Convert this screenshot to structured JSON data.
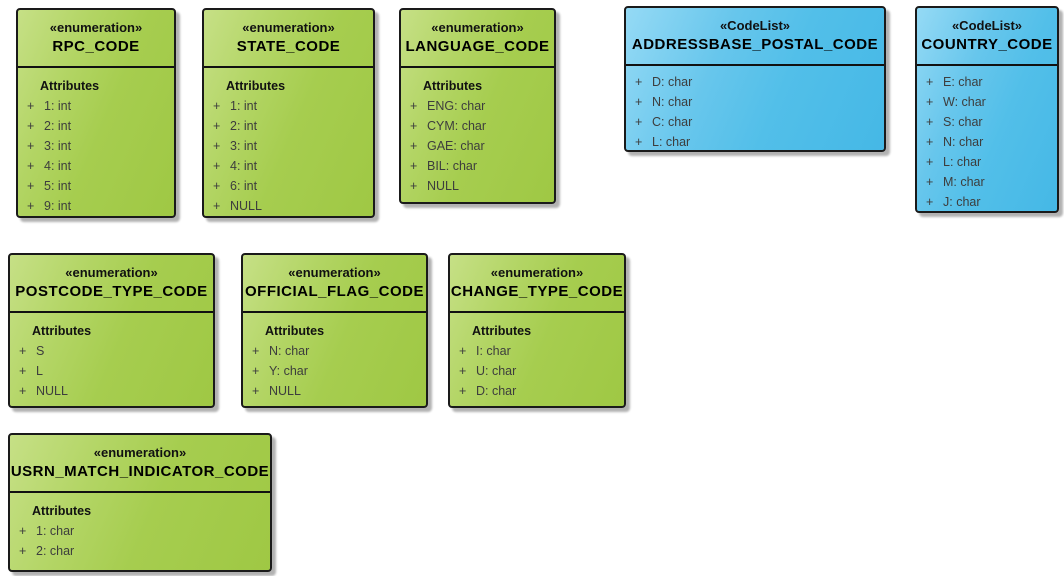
{
  "diagram": {
    "visibility_marker": "+",
    "colors": {
      "enumeration_fill": "#a6cd4f",
      "enumeration_highlight": "#c6e086",
      "codelist_fill": "#52bfe9",
      "codelist_highlight": "#95daf5",
      "border": "#1a1a1a",
      "attribute_text": "#3d3d3d"
    }
  },
  "boxes": [
    {
      "stereotype": "«enumeration»",
      "name": "RPC_CODE",
      "kind": "enumeration",
      "attributes_label": "Attributes",
      "attributes": [
        "1: int",
        "2: int",
        "3: int",
        "4: int",
        "5: int",
        "9: int"
      ]
    },
    {
      "stereotype": "«enumeration»",
      "name": "STATE_CODE",
      "kind": "enumeration",
      "attributes_label": "Attributes",
      "attributes": [
        "1: int",
        "2: int",
        "3: int",
        "4: int",
        "6: int",
        "NULL"
      ]
    },
    {
      "stereotype": "«enumeration»",
      "name": "LANGUAGE_CODE",
      "kind": "enumeration",
      "attributes_label": "Attributes",
      "attributes": [
        "ENG: char",
        "CYM: char",
        "GAE: char",
        "BIL: char",
        "NULL"
      ]
    },
    {
      "stereotype": "«CodeList»",
      "name": "ADDRESSBASE_POSTAL_CODE",
      "kind": "codelist",
      "attributes_label": null,
      "attributes": [
        "D: char",
        "N: char",
        "C: char",
        "L: char"
      ]
    },
    {
      "stereotype": "«CodeList»",
      "name": "COUNTRY_CODE",
      "kind": "codelist",
      "attributes_label": null,
      "attributes": [
        "E: char",
        "W: char",
        "S: char",
        "N: char",
        "L: char",
        "M: char",
        "J: char"
      ]
    },
    {
      "stereotype": "«enumeration»",
      "name": "POSTCODE_TYPE_CODE",
      "kind": "enumeration",
      "attributes_label": "Attributes",
      "attributes": [
        "S",
        "L",
        "NULL"
      ]
    },
    {
      "stereotype": "«enumeration»",
      "name": "OFFICIAL_FLAG_CODE",
      "kind": "enumeration",
      "attributes_label": "Attributes",
      "attributes": [
        "N: char",
        "Y: char",
        "NULL"
      ]
    },
    {
      "stereotype": "«enumeration»",
      "name": "CHANGE_TYPE_CODE",
      "kind": "enumeration",
      "attributes_label": "Attributes",
      "attributes": [
        "I: char",
        "U: char",
        "D: char"
      ]
    },
    {
      "stereotype": "«enumeration»",
      "name": "USRN_MATCH_INDICATOR_CODE",
      "kind": "enumeration",
      "attributes_label": "Attributes",
      "attributes": [
        "1: char",
        "2: char"
      ]
    }
  ]
}
